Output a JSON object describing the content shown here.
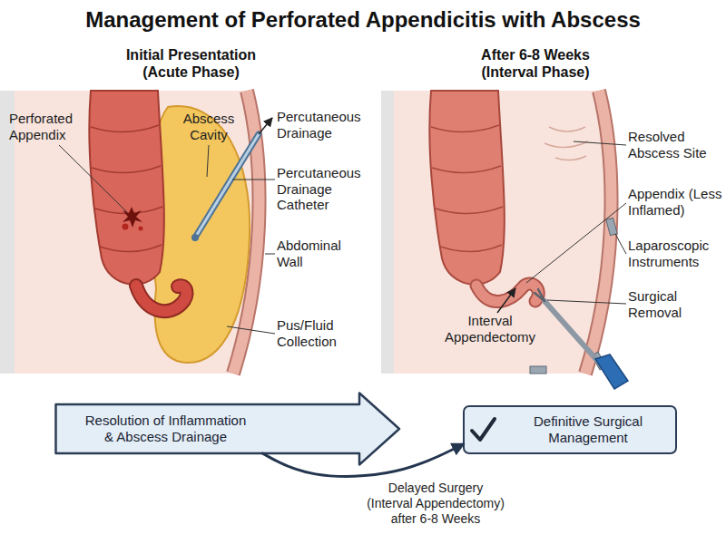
{
  "diagram": {
    "title": "Management of Perforated Appendicitis with Abscess",
    "nodes": [
      {
        "text": [
          "Resolution of Inflammation & Abscess Drainage"
        ]
      },
      {
        "text": [
          "Definitive Surgical Management"
        ]
      }
    ],
    "edges": [
      {
        "from": 0,
        "to": 1,
        "arrow": "to",
        "label": "Delayed Surgery (Interval Appendectomy) after 6-8 Weeks"
      }
    ],
    "labels": [
      "Initial Presentation (Acute Phase)",
      "After 6-8 Weeks (Interval Phase)",
      "Perforated Appendix",
      "Abscess Cavity",
      "Percutaneous Drainage",
      "Percutaneous Drainage Catheter",
      "Abdominal Wall",
      "Pus/Fluid Collection",
      "Resolved Abscess Site",
      "Appendix (Less Inflamed)",
      "Laparoscopic Instruments",
      "Surgical Removal",
      "Interval Appendectomy"
    ]
  }
}
